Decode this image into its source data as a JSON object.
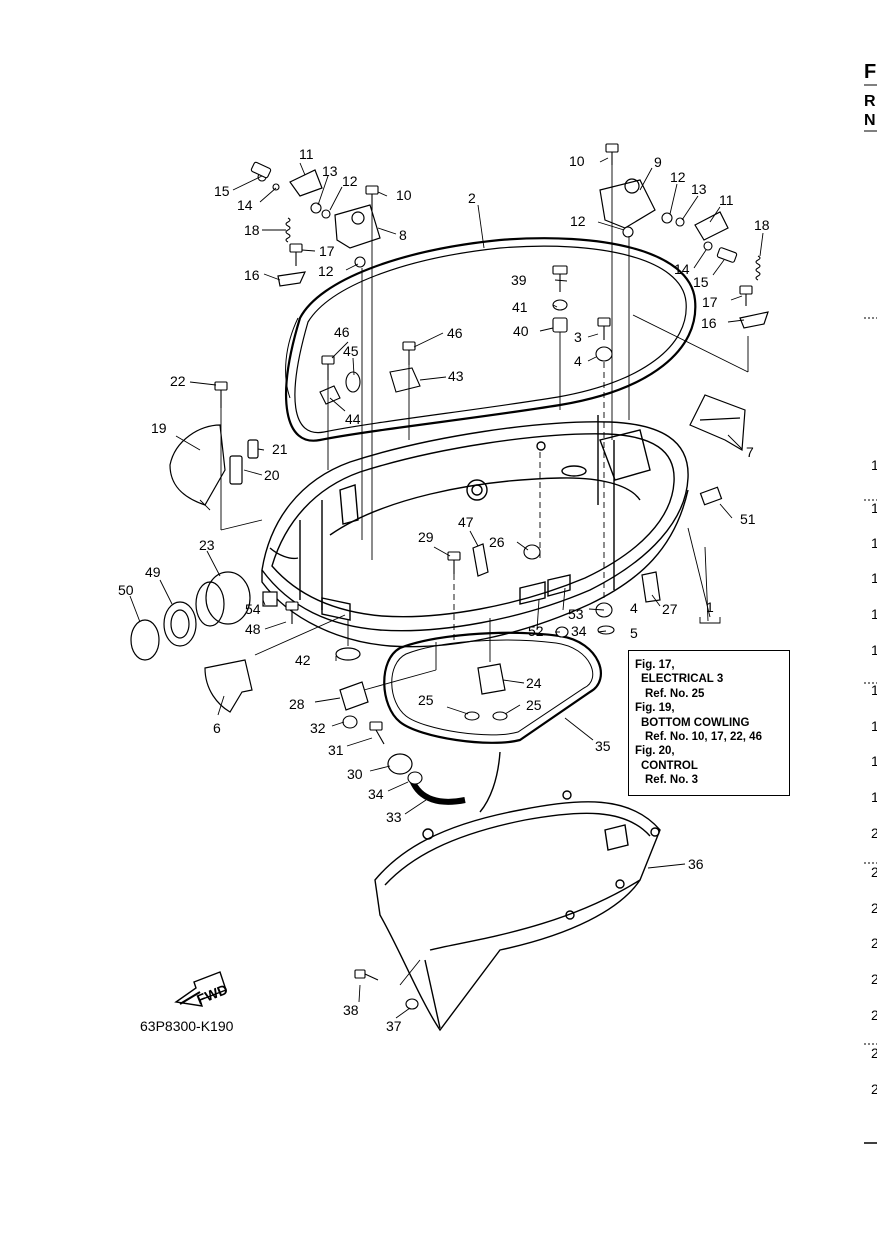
{
  "header": {
    "letters": [
      "F",
      "R",
      "N"
    ]
  },
  "right_margin_marks": [
    "1",
    "1",
    "1",
    "1",
    "1",
    "1",
    "1",
    "1",
    "1",
    "1",
    "2",
    "2",
    "2",
    "2",
    "2",
    "2",
    "2",
    "2"
  ],
  "part_numbers": {
    "p1": "1",
    "p2": "2",
    "p3": "3",
    "p4a": "4",
    "p4b": "4",
    "p5": "5",
    "p6": "6",
    "p7": "7",
    "p8": "8",
    "p9": "9",
    "p10a": "10",
    "p10b": "10",
    "p11a": "11",
    "p11b": "11",
    "p12a": "12",
    "p12b": "12",
    "p12c": "12",
    "p12d": "12",
    "p13a": "13",
    "p13b": "13",
    "p14a": "14",
    "p14b": "14",
    "p15a": "15",
    "p15b": "15",
    "p16a": "16",
    "p16b": "16",
    "p17a": "17",
    "p17b": "17",
    "p18a": "18",
    "p18b": "18",
    "p19": "19",
    "p20": "20",
    "p21": "21",
    "p22": "22",
    "p23": "23",
    "p24": "24",
    "p25a": "25",
    "p25b": "25",
    "p26": "26",
    "p27": "27",
    "p28": "28",
    "p29": "29",
    "p30": "30",
    "p31": "31",
    "p32": "32",
    "p33": "33",
    "p34a": "34",
    "p34b": "34",
    "p35": "35",
    "p36": "36",
    "p37": "37",
    "p38": "38",
    "p39": "39",
    "p40": "40",
    "p41": "41",
    "p42": "42",
    "p43": "43",
    "p44": "44",
    "p45": "45",
    "p46a": "46",
    "p46b": "46",
    "p47": "47",
    "p48": "48",
    "p49": "49",
    "p50": "50",
    "p51": "51",
    "p52": "52",
    "p53": "53",
    "p54": "54"
  },
  "reference_box": {
    "line1": "Fig. 17,",
    "line2": "ELECTRICAL 3",
    "line3": "Ref. No. 25",
    "line4": "Fig. 19,",
    "line5": "BOTTOM COWLING",
    "line6": "Ref. No. 10, 17, 22, 46",
    "line7": "Fig. 20,",
    "line8": "CONTROL",
    "line9": "Ref. No. 3"
  },
  "fwd_label": "FWD",
  "diagram_code": "63P8300-K190"
}
